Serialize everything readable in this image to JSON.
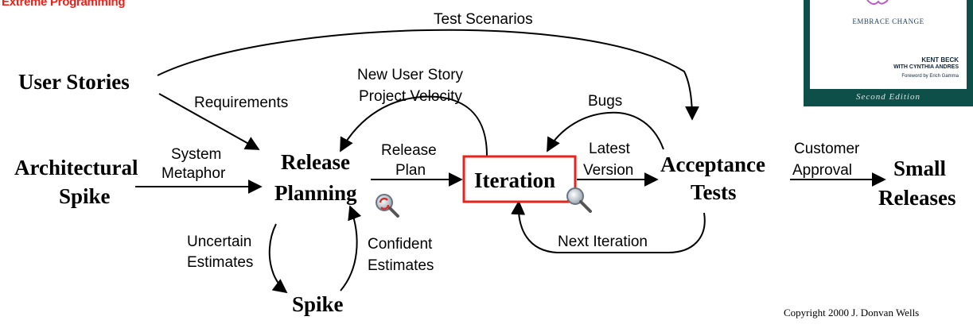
{
  "header": {
    "title": "Extreme Programming"
  },
  "book_cover": {
    "subtitle": "EMBRACE CHANGE",
    "author": "KENT BECK",
    "coauthor": "WITH CYNTHIA ANDRES",
    "foreword": "Foreword by Erich Gamma",
    "edition": "Second Edition"
  },
  "nodes": {
    "user_stories": "User Stories",
    "architectural": "Architectural",
    "arch_spike": "Spike",
    "release": "Release",
    "planning": "Planning",
    "iteration": "Iteration",
    "acceptance": "Acceptance",
    "tests": "Tests",
    "small": "Small",
    "releases": "Releases",
    "spike": "Spike"
  },
  "edges": {
    "test_scenarios": "Test Scenarios",
    "requirements": "Requirements",
    "system": "System",
    "metaphor": "Metaphor",
    "new_user_story": "New User Story",
    "project_velocity": "Project Velocity",
    "release_lbl": "Release",
    "plan": "Plan",
    "bugs": "Bugs",
    "latest": "Latest",
    "version": "Version",
    "customer": "Customer",
    "approval": "Approval",
    "next_iteration": "Next Iteration",
    "uncertain": "Uncertain",
    "estimates_left": "Estimates",
    "confident": "Confident",
    "estimates_right": "Estimates"
  },
  "colors": {
    "highlight_box": "#e8231c",
    "title_red": "#e8231c",
    "book_teal": "#0f4f4a"
  },
  "icons": [
    "magnifier-icon",
    "magnifier-icon"
  ],
  "footer": {
    "copyright": "Copyright 2000 J. Donvan Wells"
  }
}
